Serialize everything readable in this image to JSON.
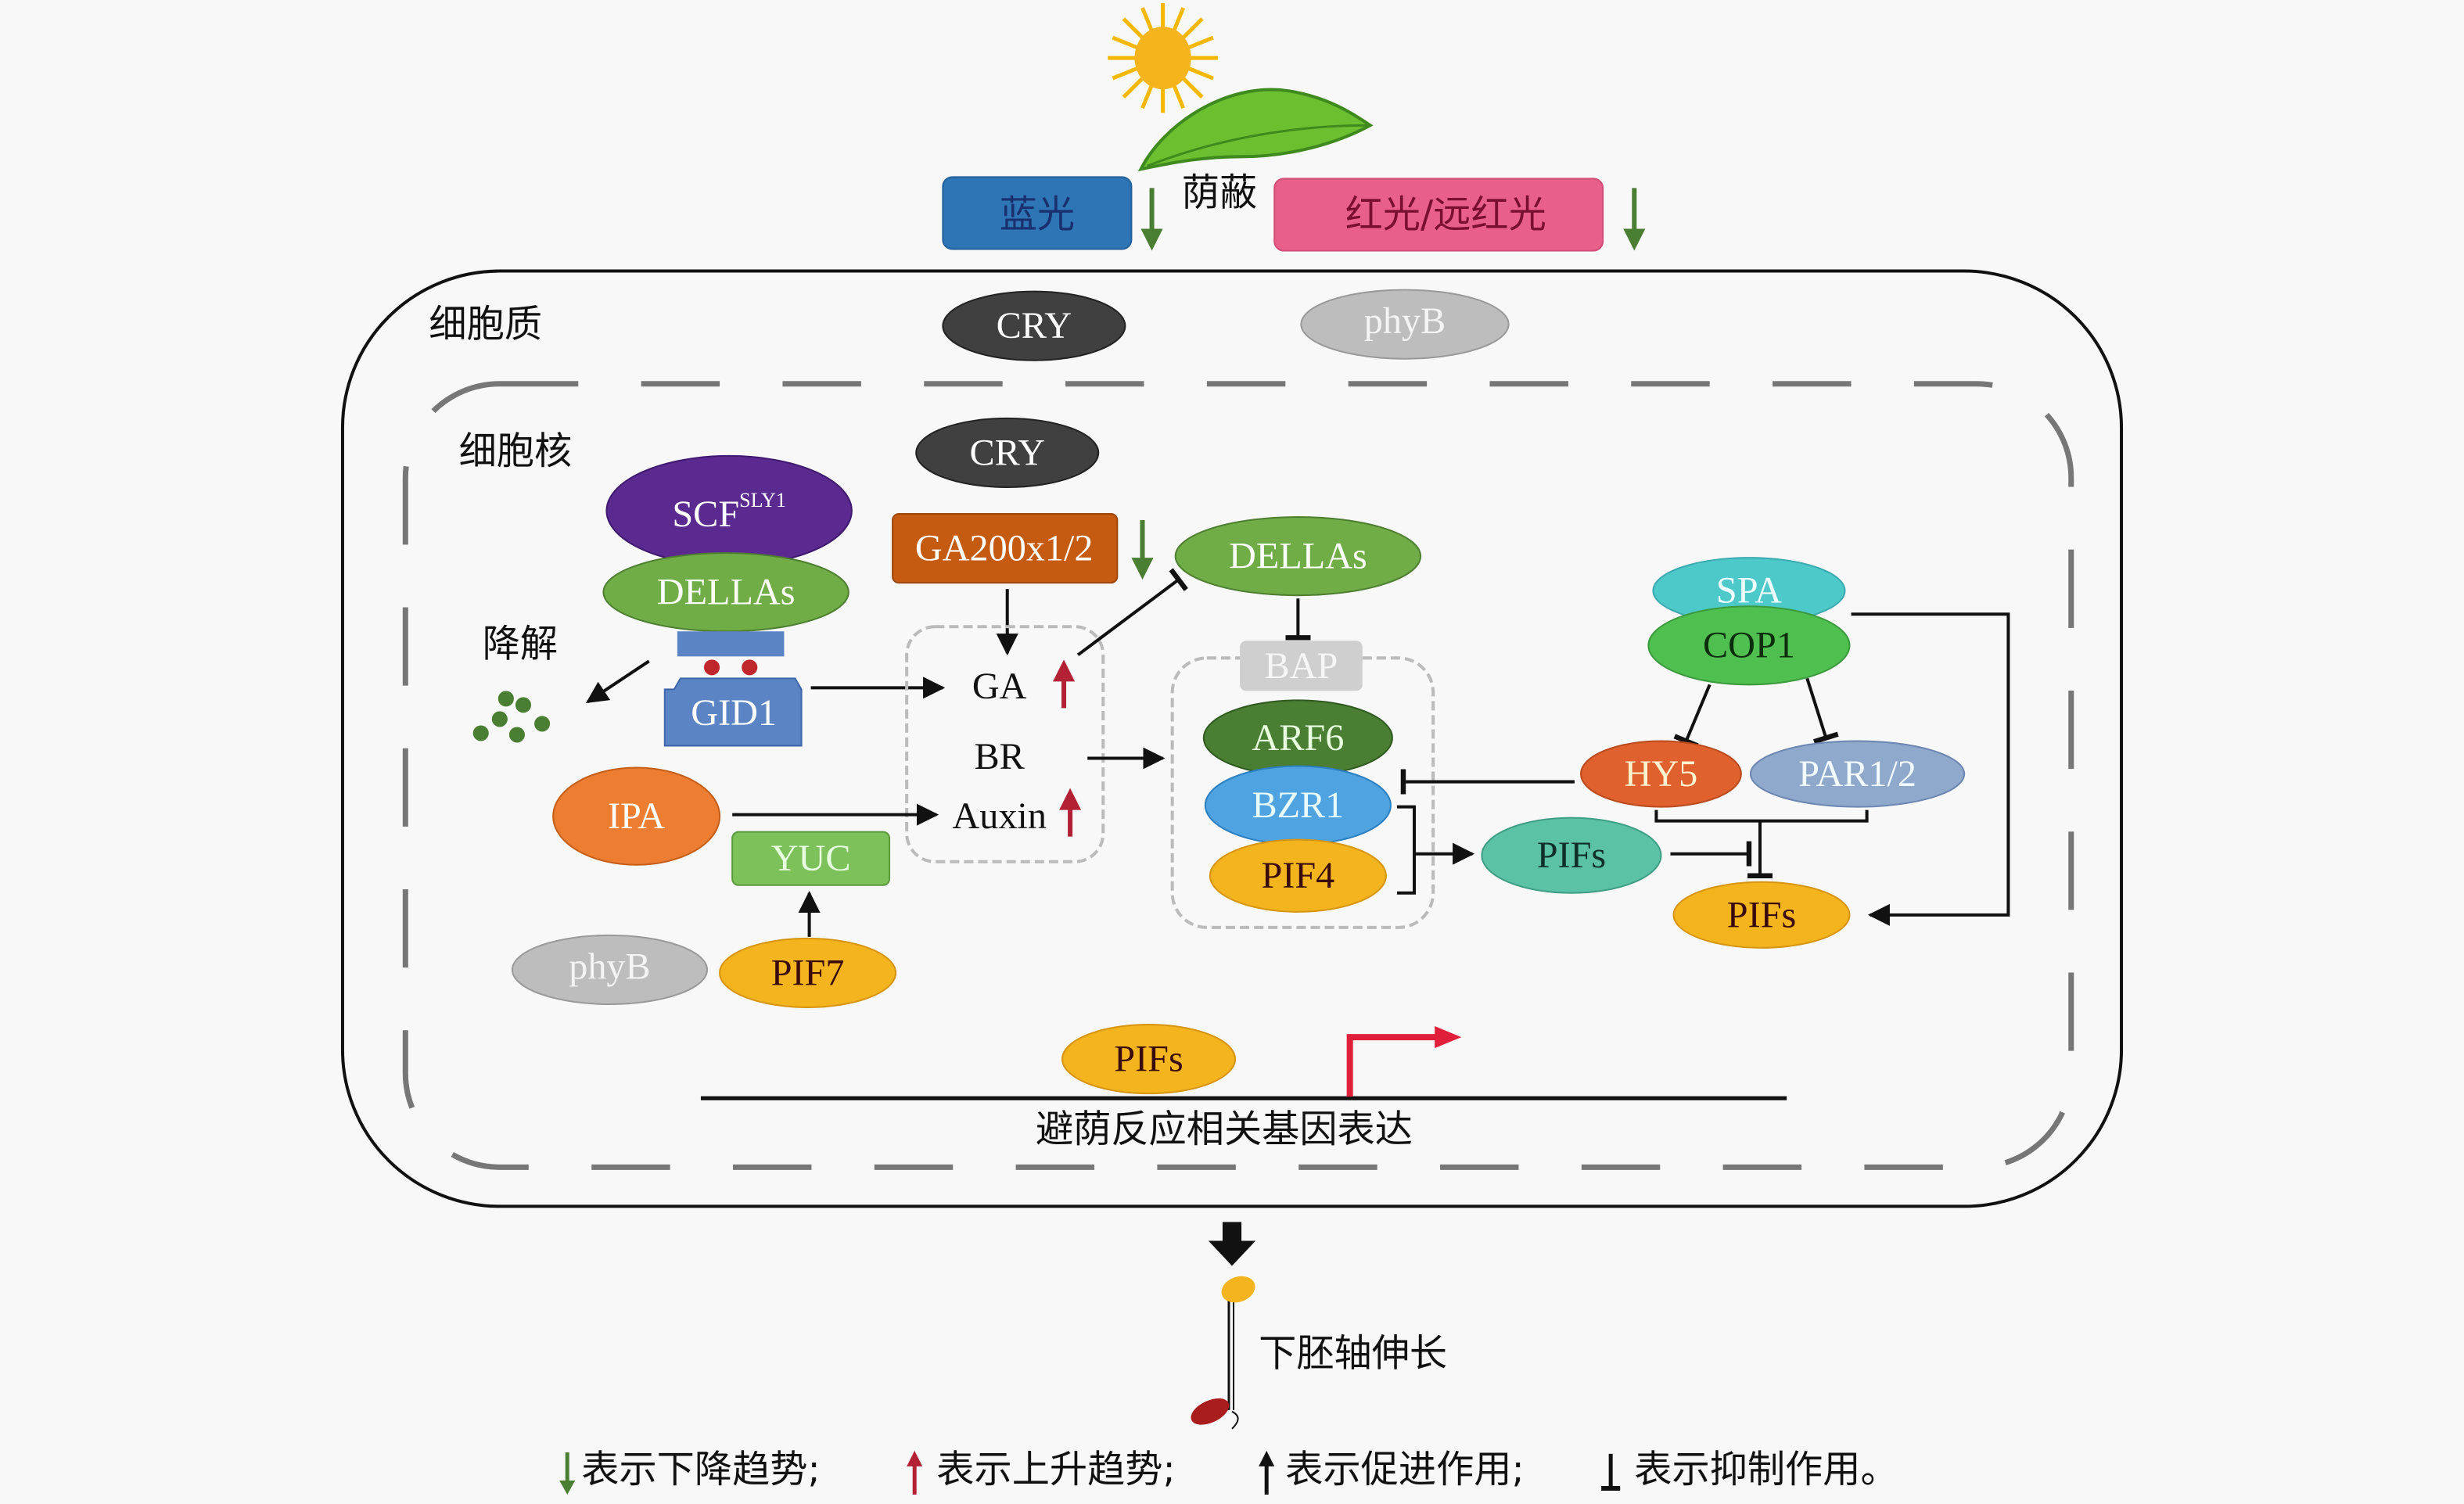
{
  "header": {
    "blue_light": "蓝光",
    "shade": "荫蔽",
    "red_farred": "红光/远红光"
  },
  "compartments": {
    "cytoplasm": "细胞质",
    "nucleus": "细胞核",
    "degradation": "降解"
  },
  "nodes": {
    "cry_cyto": "CRY",
    "phyb_cyto": "phyB",
    "cry_nuc": "CRY",
    "scf_base": "SCF",
    "scf_sup": "SLY1",
    "dellas_left": "DELLAs",
    "gid1": "GID1",
    "ga20ox": "GA200x1/2",
    "ga": "GA",
    "br": "BR",
    "auxin": "Auxin",
    "dellas_right": "DELLAs",
    "bap": "BAP",
    "arf6": "ARF6",
    "bzr1": "BZR1",
    "pif4": "PIF4",
    "ipa": "IPA",
    "yuc": "YUC",
    "phyb_nuc": "phyB",
    "pif7": "PIF7",
    "pifs_teal": "PIFs",
    "spa": "SPA",
    "cop1": "COP1",
    "hy5": "HY5",
    "par12": "PAR1/2",
    "pifs_right": "PIFs",
    "pifs_gene": "PIFs"
  },
  "gene_expression": "避荫反应相关基因表达",
  "outcome": "下胚轴伸长",
  "legend": [
    {
      "symbol": "green-down-arrow",
      "text": "表示下降趋势;"
    },
    {
      "symbol": "red-up-arrow",
      "text": "表示上升趋势;"
    },
    {
      "symbol": "black-up-arrow",
      "text": "表示促进作用;"
    },
    {
      "symbol": "inhibition-bar",
      "text": "表示抑制作用。"
    }
  ],
  "colors": {
    "blue_light": "#2e75b6",
    "red_light": "#e8608a",
    "scf": "#5b2a91",
    "dellas": "#70ad47",
    "gid1": "#5b84c4",
    "ga20ox": "#c55a11",
    "arf6": "#4a7f33",
    "bzr1": "#4ea3e0",
    "pif_yellow": "#f4b41e",
    "ipa": "#ed7d31",
    "yuc": "#7cc15a",
    "phyb": "#bdbdbd",
    "cry": "#404040",
    "pifs_teal": "#5cc2a6",
    "spa": "#4ec9c9",
    "cop1": "#4fbf50",
    "hy5": "#e0612e",
    "par12": "#8fa9cc",
    "down_arrow": "#4a7f33",
    "up_arrow": "#b22234"
  }
}
